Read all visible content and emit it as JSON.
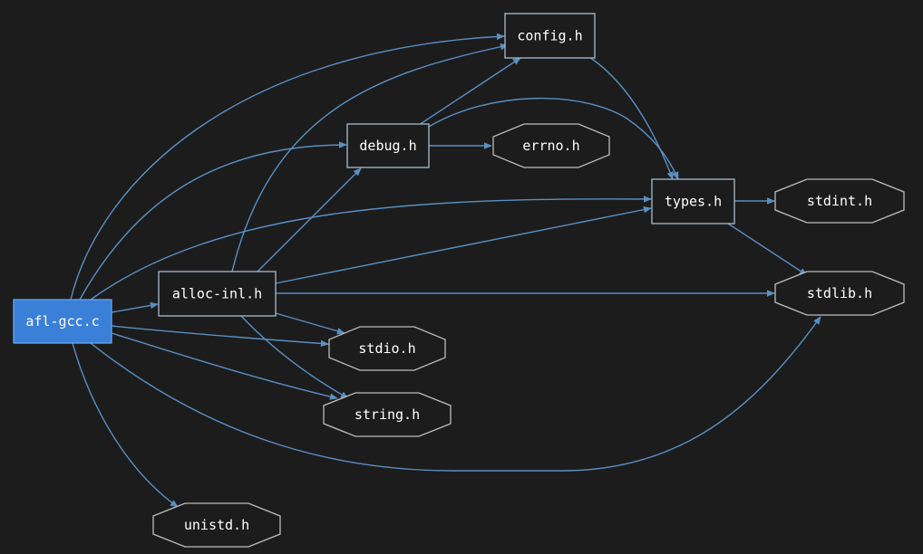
{
  "graph": {
    "nodes": {
      "afl_gcc": "afl-gcc.c",
      "alloc_inl": "alloc-inl.h",
      "config": "config.h",
      "debug": "debug.h",
      "errno": "errno.h",
      "types": "types.h",
      "stdint": "stdint.h",
      "stdlib": "stdlib.h",
      "stdio": "stdio.h",
      "string": "string.h",
      "unistd": "unistd.h"
    },
    "edges": [
      [
        "afl_gcc",
        "config"
      ],
      [
        "afl_gcc",
        "debug"
      ],
      [
        "afl_gcc",
        "types"
      ],
      [
        "afl_gcc",
        "alloc_inl"
      ],
      [
        "afl_gcc",
        "stdio"
      ],
      [
        "afl_gcc",
        "string"
      ],
      [
        "afl_gcc",
        "stdlib"
      ],
      [
        "afl_gcc",
        "unistd"
      ],
      [
        "alloc_inl",
        "config"
      ],
      [
        "alloc_inl",
        "debug"
      ],
      [
        "alloc_inl",
        "types"
      ],
      [
        "alloc_inl",
        "stdlib"
      ],
      [
        "alloc_inl",
        "stdio"
      ],
      [
        "alloc_inl",
        "string"
      ],
      [
        "debug",
        "config"
      ],
      [
        "debug",
        "errno"
      ],
      [
        "debug",
        "types"
      ],
      [
        "config",
        "types"
      ],
      [
        "types",
        "stdint"
      ],
      [
        "types",
        "stdlib"
      ]
    ],
    "colors": {
      "background": "#1c1c1d",
      "edge": "#5a8fc2",
      "root_fill": "#3a80d9",
      "node_border": "#a9bccd",
      "text": "#ffffff"
    }
  }
}
